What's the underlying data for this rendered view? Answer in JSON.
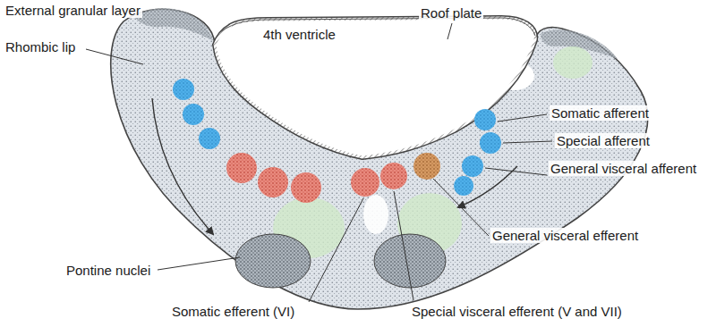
{
  "diagram": {
    "labels": [
      "External granular layer",
      "4th ventricle",
      "Roof plate",
      "Rhombic lip",
      "Somatic afferent",
      "Special afferent",
      "General visceral afferent",
      "General visceral efferent",
      "Pontine nuclei",
      "Somatic efferent (VI)",
      "Special visceral efferent (V and VII)"
    ]
  }
}
